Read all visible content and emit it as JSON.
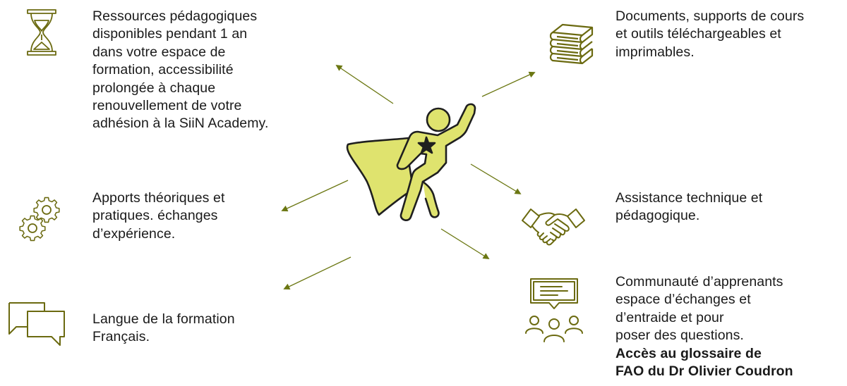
{
  "theme": {
    "accent": "#6b7712",
    "icon_stroke": "#6b6a10",
    "hero_fill": "#dfe36e",
    "hero_stroke": "#1f1f1f",
    "text": "#1a1a1a"
  },
  "features": {
    "ressources": {
      "icon": "hourglass-icon",
      "lines": [
        "Ressources pédagogiques",
        "disponibles pendant 1 an",
        "dans votre espace de",
        "formation, accessibilité",
        "prolongée à chaque",
        "renouvellement de votre",
        "adhésion à la SiiN Academy."
      ]
    },
    "documents": {
      "icon": "books-icon",
      "lines": [
        "Documents, supports de cours",
        "et outils téléchargeables et",
        "imprimables."
      ]
    },
    "apports": {
      "icon": "gears-icon",
      "lines": [
        "Apports théoriques et",
        "pratiques. échanges",
        "d’expérience."
      ]
    },
    "assistance": {
      "icon": "handshake-icon",
      "lines": [
        "Assistance technique et",
        "pédagogique."
      ]
    },
    "langue": {
      "icon": "chat-bubbles-icon",
      "lines": [
        "Langue de la formation",
        "Français."
      ]
    },
    "communaute": {
      "icon": "community-icon",
      "lines": [
        "Communauté d’apprenants",
        "espace d’échanges et",
        "d’entraide et pour",
        "poser des questions."
      ],
      "bold_lines": [
        "Accès au glossaire de",
        "FAO du Dr Olivier Coudron"
      ]
    }
  },
  "hero": {
    "icon": "superhero-icon"
  }
}
